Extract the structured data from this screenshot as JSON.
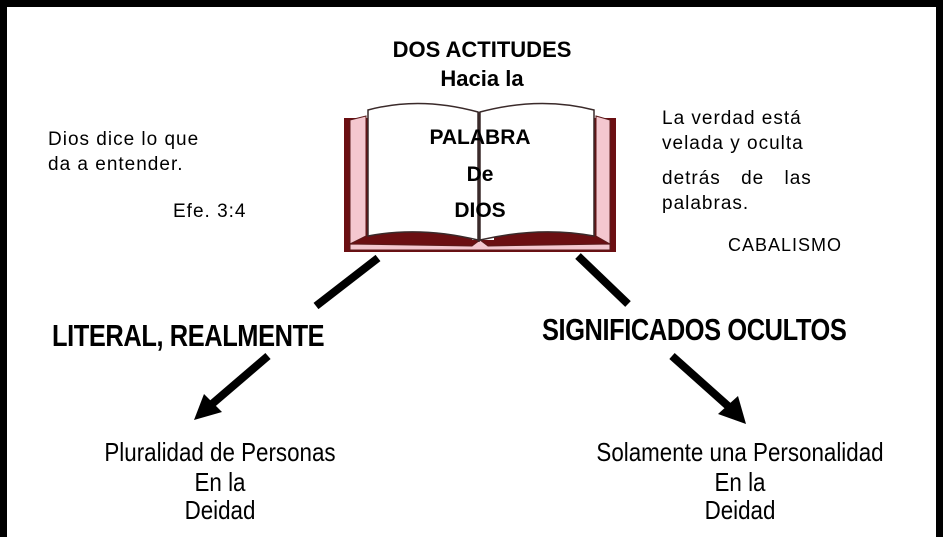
{
  "header": {
    "line1": "DOS ACTITUDES",
    "line2": "Hacia la"
  },
  "book": {
    "line1": "PALABRA",
    "line2": "De",
    "line3": "DIOS"
  },
  "left_note": {
    "line1": "Dios dice lo que",
    "line2": "da a entender.",
    "reference": "Efe. 3:4"
  },
  "right_note": {
    "line1": "La verdad está",
    "line2": "velada y oculta",
    "line3": "detrás de las",
    "line4": "palabras.",
    "label": "CABALISMO"
  },
  "left_branch": {
    "title": "LITERAL, REALMENTE",
    "result_line1": "Pluralidad de Personas",
    "result_line2": "En la",
    "result_line3": "Deidad"
  },
  "right_branch": {
    "title": "SIGNIFICADOS OCULTOS",
    "result_line1": "Solamente una Personalidad",
    "result_line2": "En la",
    "result_line3": "Deidad"
  }
}
